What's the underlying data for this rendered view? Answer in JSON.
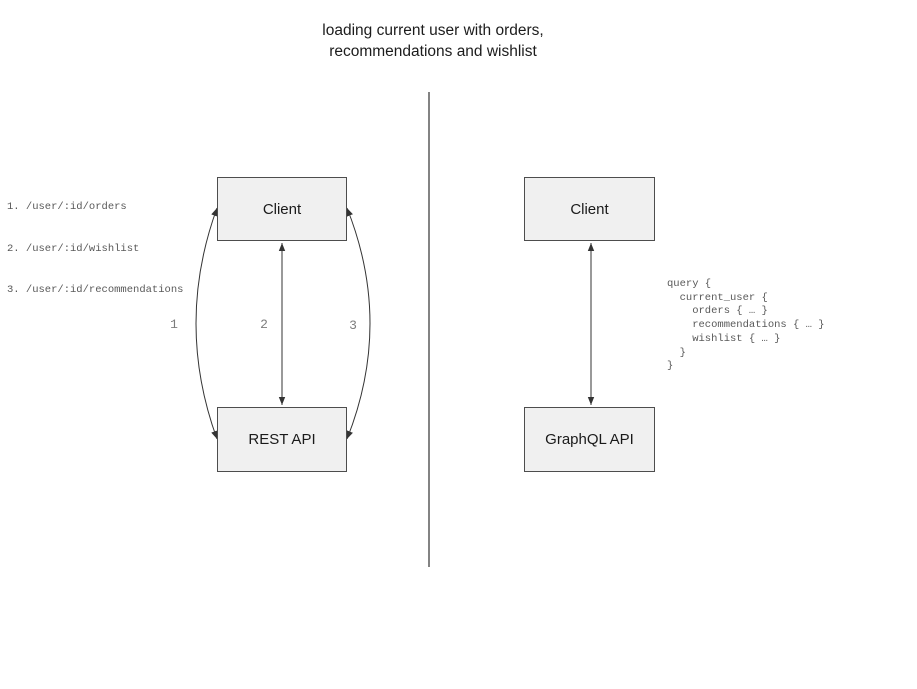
{
  "title": "loading current user with orders,\nrecommendations and wishlist",
  "colors": {
    "box_fill": "#f0f0f0",
    "box_border": "#4d4d4d",
    "arrow": "#333333",
    "divider": "#5a5a5a",
    "code_text": "#595959",
    "call_label_text": "#7d7d7d"
  },
  "rest_panel": {
    "endpoints": [
      "1. /user/:id/orders",
      "2. /user/:id/wishlist",
      "3. /user/:id/recommendations"
    ],
    "client_label": "Client",
    "api_label": "REST API",
    "call_labels": [
      "1",
      "2",
      "3"
    ]
  },
  "graphql_panel": {
    "client_label": "Client",
    "api_label": "GraphQL API",
    "query": "query {\n  current_user {\n    orders { … }\n    recommendations { … }\n    wishlist { … }\n  }\n}"
  }
}
